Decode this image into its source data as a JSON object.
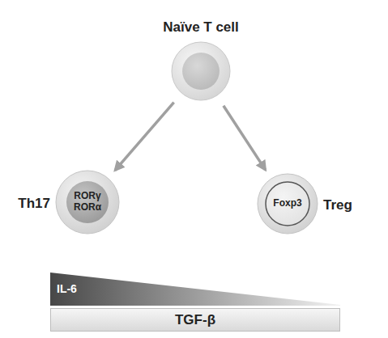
{
  "diagram": {
    "nodes": [
      {
        "text": [
          "Naïve T cell"
        ]
      },
      {
        "text": [
          "Th17"
        ]
      },
      {
        "text": [
          "RORγ RORα"
        ],
        "in": 1
      },
      {
        "text": [
          "Treg"
        ]
      },
      {
        "text": [
          "Foxp3"
        ],
        "in": 3
      },
      {
        "text": [
          "IL-6"
        ]
      },
      {
        "text": [
          "TGF-β"
        ]
      }
    ],
    "edges": [
      {
        "from": 0,
        "to": 1,
        "arrow": "to"
      },
      {
        "from": 0,
        "to": 3,
        "arrow": "to"
      }
    ]
  }
}
